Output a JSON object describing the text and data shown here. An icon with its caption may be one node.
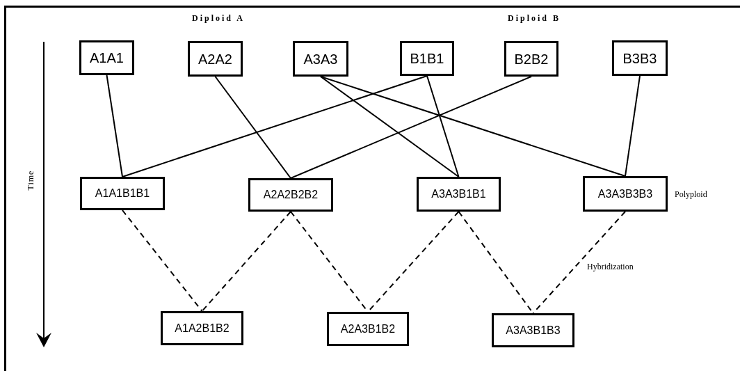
{
  "diagram": {
    "nodes": [
      {
        "text": [
          "A1A1"
        ]
      },
      {
        "text": [
          "A2A2"
        ]
      },
      {
        "text": [
          "A3A3"
        ]
      },
      {
        "text": [
          "B1B1"
        ]
      },
      {
        "text": [
          "B2B2"
        ]
      },
      {
        "text": [
          "B3B3"
        ]
      },
      {
        "text": [
          "A1A1B1B1"
        ]
      },
      {
        "text": [
          "A2A2B2B2"
        ]
      },
      {
        "text": [
          "A3A3B1B1"
        ]
      },
      {
        "text": [
          "A3A3B3B3"
        ],
        "beside": [
          "Polyploid"
        ]
      },
      {
        "text": [
          "A1A2B1B2"
        ]
      },
      {
        "text": [
          "A2A3B1B2"
        ]
      },
      {
        "text": [
          "A3A3B1B3"
        ]
      }
    ],
    "edges": [
      {
        "from": 0,
        "to": 6,
        "arrow": "none"
      },
      {
        "from": 3,
        "to": 6,
        "arrow": "none"
      },
      {
        "from": 1,
        "to": 7,
        "arrow": "none"
      },
      {
        "from": 4,
        "to": 7,
        "arrow": "none"
      },
      {
        "from": 2,
        "to": 8,
        "arrow": "none"
      },
      {
        "from": 3,
        "to": 8,
        "arrow": "none"
      },
      {
        "from": 2,
        "to": 9,
        "arrow": "none"
      },
      {
        "from": 5,
        "to": 9,
        "arrow": "none"
      },
      {
        "from": 6,
        "to": 10,
        "arrow": "none",
        "style": "dashed"
      },
      {
        "from": 7,
        "to": 10,
        "arrow": "none",
        "style": "dashed"
      },
      {
        "from": 7,
        "to": 11,
        "arrow": "none",
        "style": "dashed"
      },
      {
        "from": 8,
        "to": 11,
        "arrow": "none",
        "style": "dashed"
      },
      {
        "from": 8,
        "to": 12,
        "arrow": "none",
        "style": "dashed"
      },
      {
        "from": 9,
        "to": 12,
        "arrow": "none",
        "style": "dashed",
        "label": "Hybridization"
      }
    ],
    "labels": [
      "Diploid A",
      "Diploid B",
      "Time"
    ]
  }
}
